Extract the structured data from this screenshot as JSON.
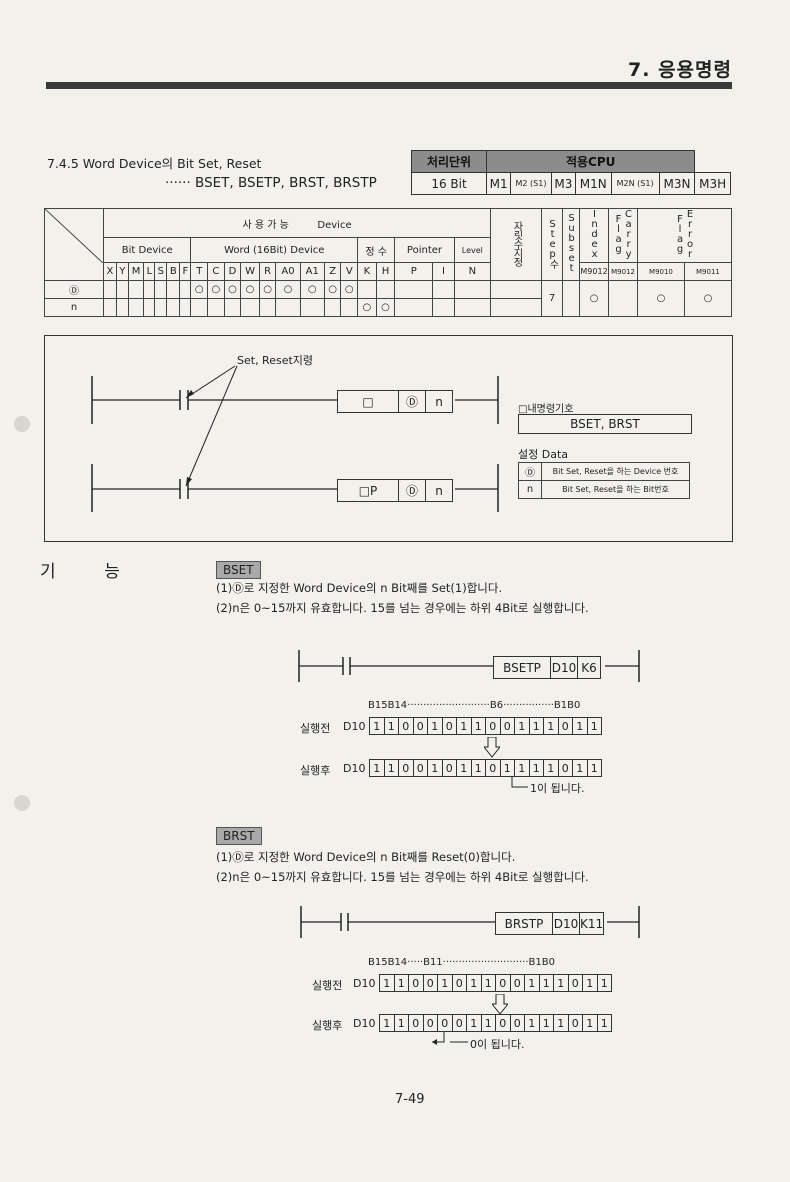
{
  "header": {
    "chapter": "7. 응용명령"
  },
  "section": {
    "number": "7.4.5",
    "title": "Word Device의 Bit Set, Reset",
    "subtitle": "······ BSET, BSETP, BRST, BRSTP"
  },
  "cpu_table": {
    "unit_label": "처리단위",
    "cpu_label": "적용CPU",
    "unit_value": "16 Bit",
    "cpus": [
      "M1",
      "M2 (S1)",
      "M3",
      "M1N",
      "M2N (S1)",
      "M3N",
      "M3H"
    ]
  },
  "device_table": {
    "usable": "사 용 가 능",
    "device": "Device",
    "bit_device": "Bit Device",
    "word_device": "Word (16Bit) Device",
    "constant": "정 수",
    "pointer": "Pointer",
    "level": "Level",
    "digit": "자릿수지정",
    "steps": "Step수",
    "subset": "Subset",
    "index": "Index",
    "carry": "Carry Flag",
    "error": "Error Flag",
    "columns": [
      "X",
      "Y",
      "M",
      "L",
      "S",
      "B",
      "F",
      "T",
      "C",
      "D",
      "W",
      "R",
      "A0",
      "A1",
      "Z",
      "V",
      "K",
      "H",
      "P",
      "I",
      "N"
    ],
    "flag_codes": [
      "M9012",
      "M9010",
      "M9011"
    ],
    "row1_label": "Ⓓ",
    "row2_label": "n",
    "circle": "○",
    "steps_value": "7"
  },
  "ladder": {
    "annotation": "Set, Reset지령",
    "coil1": [
      "□",
      "Ⓓ",
      "n"
    ],
    "coil2": [
      "□P",
      "Ⓓ",
      "n"
    ],
    "symbol_label": "□내명령기호",
    "symbol_value": "BSET, BRST",
    "data_label": "설정 Data",
    "data_rows": [
      {
        "key": "Ⓓ",
        "desc": "Bit Set, Reset을 하는 Device 번호"
      },
      {
        "key": "n",
        "desc": "Bit Set, Reset을 하는 Bit번호"
      }
    ]
  },
  "function_heading": "기         능",
  "bset": {
    "tag": "BSET",
    "line1": "(1)Ⓓ로 지정한 Word Device의 n Bit째를 Set(1)합니다.",
    "line2": "(2)n은 0~15까지 유효합니다. 15를 넘는 경우에는 하위 4Bit로 실행합니다.",
    "instr": [
      "BSETP",
      "D10",
      "K6"
    ],
    "bit_header_left": "B15B14··························",
    "bit_header_mid": "B6",
    "bit_header_right": "················B1B0",
    "before_label": "실행전",
    "after_label": "실행후",
    "reg": "D10",
    "before_bits": [
      "1",
      "1",
      "0",
      "0",
      "1",
      "0",
      "1",
      "1",
      "0",
      "0",
      "1",
      "1",
      "1",
      "0",
      "1",
      "1"
    ],
    "after_bits": [
      "1",
      "1",
      "0",
      "0",
      "1",
      "0",
      "1",
      "1",
      "0",
      "1",
      "1",
      "1",
      "1",
      "0",
      "1",
      "1"
    ],
    "note": "1이 됩니다."
  },
  "brst": {
    "tag": "BRST",
    "line1": "(1)Ⓓ로 지정한 Word Device의 n Bit째를 Reset(0)합니다.",
    "line2": "(2)n은 0~15까지 유효합니다. 15를 넘는 경우에는 하위 4Bit로 실행합니다.",
    "instr": [
      "BRSTP",
      "D10",
      "K11"
    ],
    "bit_header_left": "B15B14·····",
    "bit_header_mid": "B11",
    "bit_header_right": "···························B1B0",
    "before_label": "실행전",
    "after_label": "실행후",
    "reg": "D10",
    "before_bits": [
      "1",
      "1",
      "0",
      "0",
      "1",
      "0",
      "1",
      "1",
      "0",
      "0",
      "1",
      "1",
      "1",
      "0",
      "1",
      "1"
    ],
    "after_bits": [
      "1",
      "1",
      "0",
      "0",
      "0",
      "0",
      "1",
      "1",
      "0",
      "0",
      "1",
      "1",
      "1",
      "0",
      "1",
      "1"
    ],
    "note": "0이 됩니다."
  },
  "footer": {
    "page": "7-49"
  }
}
